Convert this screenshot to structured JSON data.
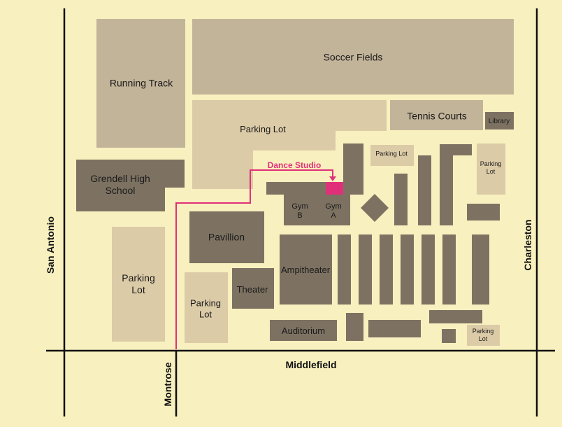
{
  "colors": {
    "background": "#f8f0be",
    "open_area": "#c2b499",
    "parking": "#dccba7",
    "building": "#7d7262",
    "road": "#111111",
    "route": "#e0307a"
  },
  "streets": {
    "west": "San Antonio",
    "east": "Charleston",
    "south": "Middlefield",
    "cross": "Montrose"
  },
  "areas": {
    "running_track": "Running Track",
    "soccer_fields": "Soccer Fields",
    "parking_lot_north": "Parking Lot",
    "tennis_courts": "Tennis Courts",
    "library": "Library",
    "grendell_high": "Grendell High\nSchool",
    "parking_lot_small": "Parking Lot",
    "parking_lot_east": "Parking\nLot",
    "gym_b": "Gym\nB",
    "gym_a": "Gym\nA",
    "pavillion": "Pavillion",
    "parking_lot_west": "Parking\nLot",
    "ampitheater": "Ampitheater",
    "theater": "Theater",
    "parking_lot_center": "Parking\nLot",
    "auditorium": "Auditorium",
    "parking_lot_southeast": "Parking\nLot"
  },
  "callout": {
    "dance_studio": "Dance Studio"
  },
  "icons": {
    "destination": "destination-marker-icon"
  }
}
